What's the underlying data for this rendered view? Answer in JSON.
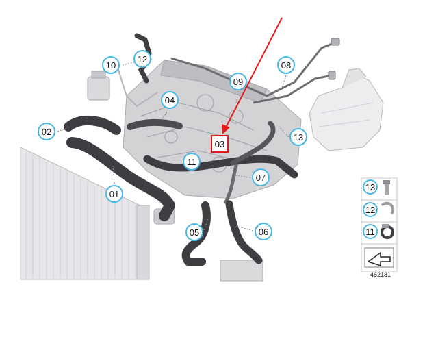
{
  "callouts": {
    "c01": "01",
    "c02": "02",
    "c03": "03",
    "c04": "04",
    "c05": "05",
    "c06": "06",
    "c07": "07",
    "c08": "08",
    "c09": "09",
    "c10": "10",
    "c11": "11",
    "c12": "12",
    "c13": "13"
  },
  "legend": {
    "items": [
      "13",
      "12",
      "11"
    ]
  },
  "reference_number": "462181",
  "colors": {
    "callout_ring": "#49b7e6",
    "highlight_box": "#e01a1a",
    "arrow": "#e81919",
    "hose": "#3d3d42",
    "engine": "#c9c9cc"
  }
}
